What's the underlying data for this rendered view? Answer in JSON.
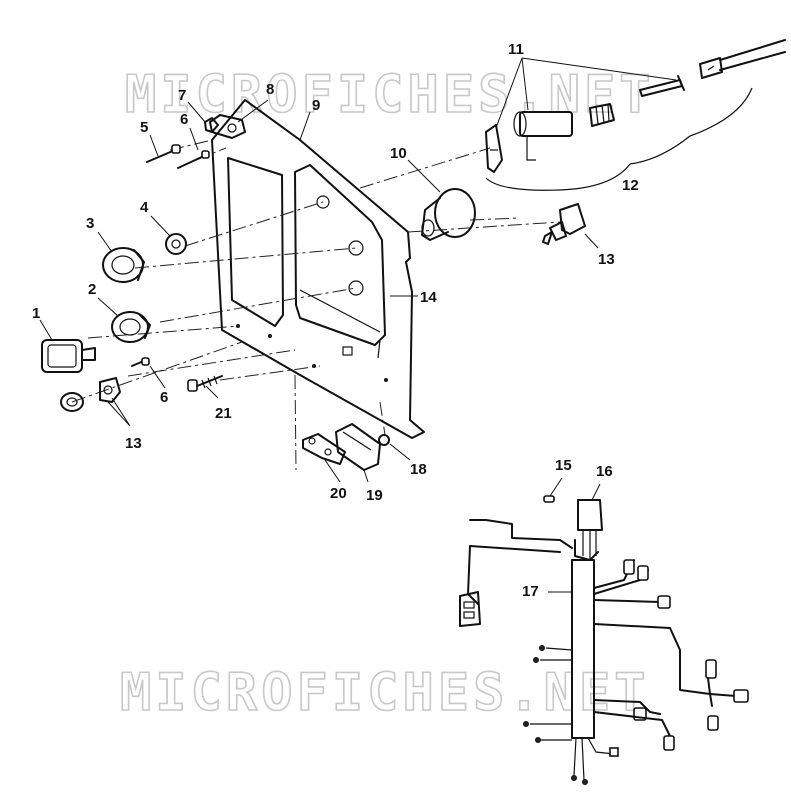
{
  "watermark": "MICROFICHES.NET",
  "callouts": {
    "c1": "1",
    "c2": "2",
    "c3": "3",
    "c4": "4",
    "c5": "5",
    "c6a": "6",
    "c6b": "6",
    "c7": "7",
    "c8": "8",
    "c9": "9",
    "c10": "10",
    "c11": "11",
    "c12": "12",
    "c13a": "13",
    "c13b": "13",
    "c14": "14",
    "c15": "15",
    "c16": "16",
    "c17": "17",
    "c18": "18",
    "c19": "19",
    "c20": "20",
    "c21": "21"
  }
}
